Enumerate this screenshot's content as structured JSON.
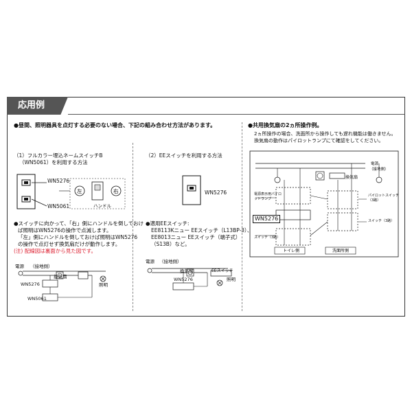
{
  "header": {
    "title": "応用例"
  },
  "left": {
    "intro": "●昼間、照明器具を点灯する必要のない場合、下記の組み合わせ方法があります。",
    "method1": {
      "heading_line1": "（1）フルカラー埋込ネームスイッチB",
      "heading_line2": "（WN5061）を利用する方法",
      "label_top": "WN5276",
      "label_bottom": "WN5061",
      "left_mark": "左",
      "right_mark": "右",
      "handle_label": "ハンドル",
      "desc_line1": "●スイッチに向かって、「右」側にハンドルを倒しておけ",
      "desc_line2": "ば照明はWN5276の操作で点滅します。",
      "desc_line3": "「左」側にハンドルを倒しておけば照明はWN5276",
      "desc_line4": "の操作で点灯せず換気扇だけが動作します。",
      "note": "(注) 配線図は裏面から見た図です。",
      "wiring": {
        "power": "電源",
        "ground_side": "（接地側）",
        "fan": "換気扇",
        "lamp": "照明",
        "sw1": "WN5276",
        "sw2": "WN5061"
      }
    },
    "method2": {
      "heading": "（2）EEスイッチを利用する方法",
      "label": "WN5276",
      "desc_line1": "●適用EEスイッチ:",
      "desc_line2": "EE8113Kニュー EEスイッチ（L13BP-3）、",
      "desc_line3": "EE8013ニュー EEスイッチ（端子式）",
      "desc_line4": "（S13B）など。",
      "wiring": {
        "power": "電源",
        "ground_side": "（接地側）",
        "fan": "換気扇",
        "ee_switch": "EEスイッチ",
        "sw": "WN5276",
        "lamp": "照明"
      }
    }
  },
  "right": {
    "heading": "●共用換気扇の2ヵ所操作例。",
    "desc_line1": "2ヵ所操作の場合、洗面所から操作しても遅れ機能は働きません。",
    "desc_line2": "換気扇の動作はパイロットランプにて確認をしてください。",
    "diagram": {
      "power": "電源",
      "ground_side": "（接地側）",
      "fan": "換気扇",
      "pilot_ring": "電源表示用パイロットランプ",
      "pilot_switch": "パイロットスイッチ（3路）",
      "switch_3way_right": "スイッチ（3路）",
      "switch_3way_left": "スイッチ（3路）",
      "sw_model": "WN5276",
      "toilet": "トイレ側",
      "washroom": "洗面所側"
    }
  }
}
